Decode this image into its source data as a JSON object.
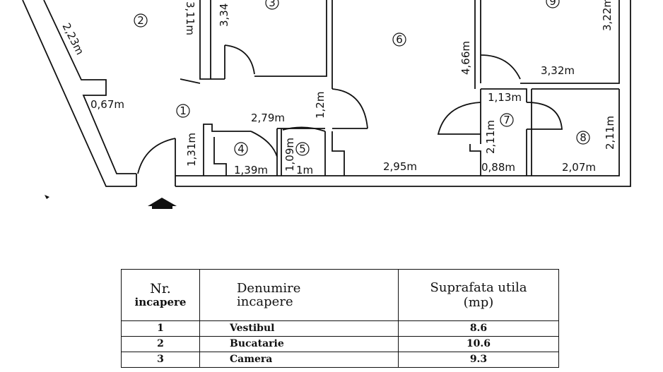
{
  "plan": {
    "room_numbers": [
      "1",
      "2",
      "3",
      "4",
      "5",
      "6",
      "7",
      "8",
      "9"
    ],
    "dimensions": {
      "d_2_23": "2,23m",
      "d_3_11": "3,11m",
      "d_3_34": "3,34",
      "d_3_22": "3,22m",
      "d_4_66": "4,66m",
      "d_3_32": "3,32m",
      "d_0_67": "0,67m",
      "d_2_79": "2,79m",
      "d_1_2": "1,2m",
      "d_1_13": "1,13m",
      "d_1_31": "1,31m",
      "d_1_09": "1,09m",
      "d_2_11_a": "2,11m",
      "d_2_11_b": "2,11m",
      "d_1_39": "1,39m",
      "d_1m": "1m",
      "d_2_95": "2,95m",
      "d_0_88": "0,88m",
      "d_2_07": "2,07m"
    }
  },
  "table": {
    "headers": {
      "nr_line1": "Nr.",
      "nr_line2": "incapere",
      "name_line1": "Denumire",
      "name_line2": "incapere",
      "area_line1": "Suprafata utila",
      "area_line2": "(mp)"
    },
    "rows": [
      {
        "nr": "1",
        "name": "Vestibul",
        "area": "8.6"
      },
      {
        "nr": "2",
        "name": "Bucatarie",
        "area": "10.6"
      },
      {
        "nr": "3",
        "name": "Camera",
        "area": "9.3"
      }
    ]
  }
}
